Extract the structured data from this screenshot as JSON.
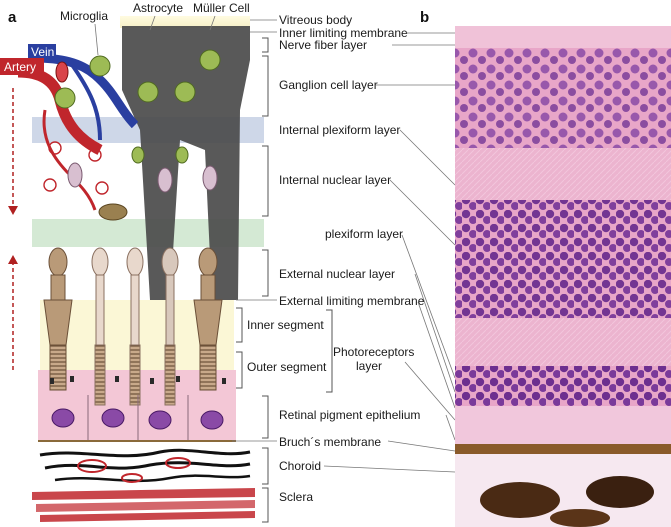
{
  "panels": {
    "a": "a",
    "b": "b"
  },
  "top_labels": {
    "microglia": "Microglia",
    "astrocyte": "Astrocyte",
    "muller_cell": "Müller Cell",
    "vein": "Vein",
    "artery": "Artery"
  },
  "layers": {
    "vitreous_body": "Vitreous body",
    "inner_limiting_membrane": "Inner limiting membrane",
    "nerve_fiber_layer": "Nerve fiber layer",
    "ganglion_cell_layer": "Ganglion cell layer",
    "internal_plexiform_layer": "Internal plexiform layer",
    "internal_nuclear_layer": "Internal nuclear layer",
    "plexiform_layer": "plexiform layer",
    "external_nuclear_layer": "External nuclear layer",
    "external_limiting_membrane": "External limiting membrane",
    "inner_segment": "Inner segment",
    "outer_segment": "Outer segment",
    "photoreceptors_layer_line1": "Photoreceptors",
    "photoreceptors_layer_line2": "layer",
    "retinal_pigment_epithelium": "Retinal pigment epithelium",
    "bruchs_membrane": "Bruch´s membrane",
    "choroid": "Choroid",
    "sclera": "Sclera"
  },
  "colors": {
    "vein": "#2a3fa0",
    "artery": "#c0262c",
    "microglia_green": "#8fb040",
    "muller_gray": "#4b4b4b",
    "ipl_band": "#c9d3e6",
    "opl_band": "#cfe7cf",
    "photoreceptor_tan": "#b99a78",
    "rpe_pink": "#f3c7d6",
    "histology_pink": "#e69ac3",
    "histology_nuclei": "#7a3a9a"
  }
}
